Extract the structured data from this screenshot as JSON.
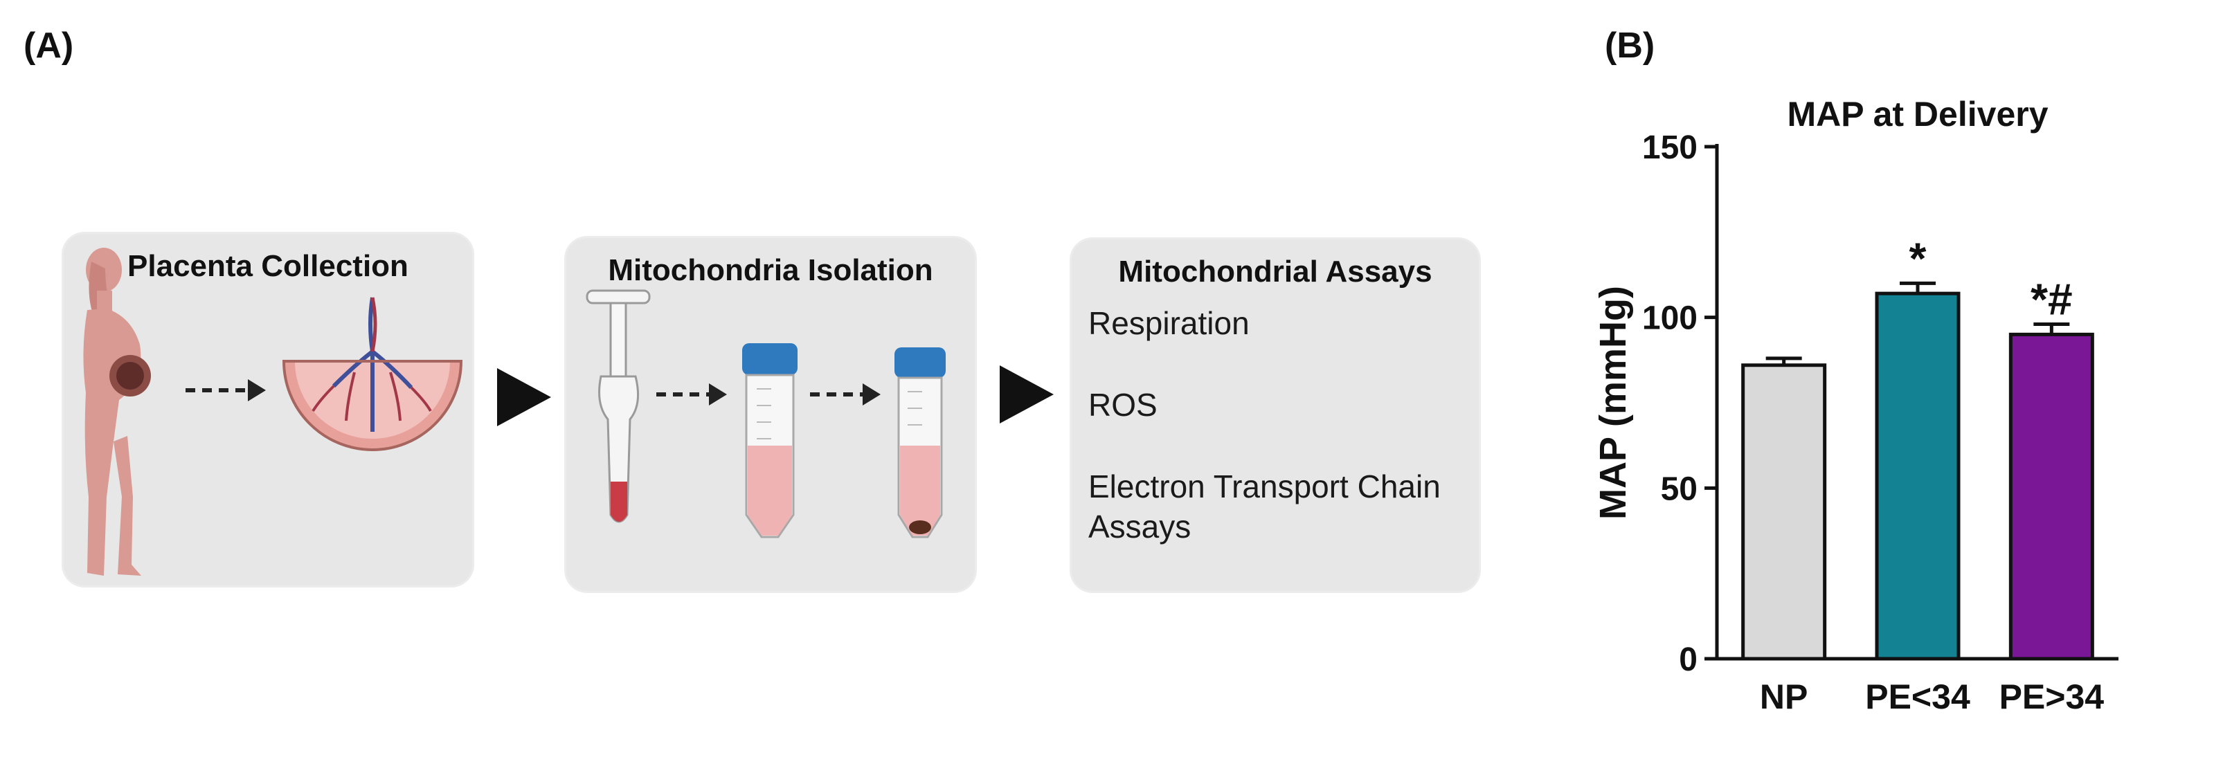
{
  "panels": {
    "a_label": "(A)",
    "b_label": "(B)"
  },
  "workflow": {
    "steps": [
      {
        "title": "Placenta Collection"
      },
      {
        "title": "Mitochondria Isolation"
      },
      {
        "title": "Mitochondrial Assays"
      }
    ],
    "assays": [
      "Respiration",
      "ROS",
      "Electron Transport Chain",
      "Assays"
    ]
  },
  "colors": {
    "np": "#d9d9d9",
    "pe_lt_34": "#138292",
    "pe_gt_34": "#7a1796",
    "box_bg": "#e7e7e7",
    "tissue": "#d99088",
    "tube_cap": "#2f79bf"
  },
  "chart_data": {
    "type": "bar",
    "title": "MAP at Delivery",
    "ylabel": "MAP (mmHg)",
    "xlabel": "",
    "categories": [
      "NP",
      "PE<34",
      "PE>34"
    ],
    "values": [
      86,
      107,
      95
    ],
    "errors": [
      2,
      3,
      3
    ],
    "significance": [
      "",
      "*",
      "*#"
    ],
    "ylim": [
      0,
      150
    ],
    "yticks": [
      0,
      50,
      100,
      150
    ],
    "grid": false
  }
}
